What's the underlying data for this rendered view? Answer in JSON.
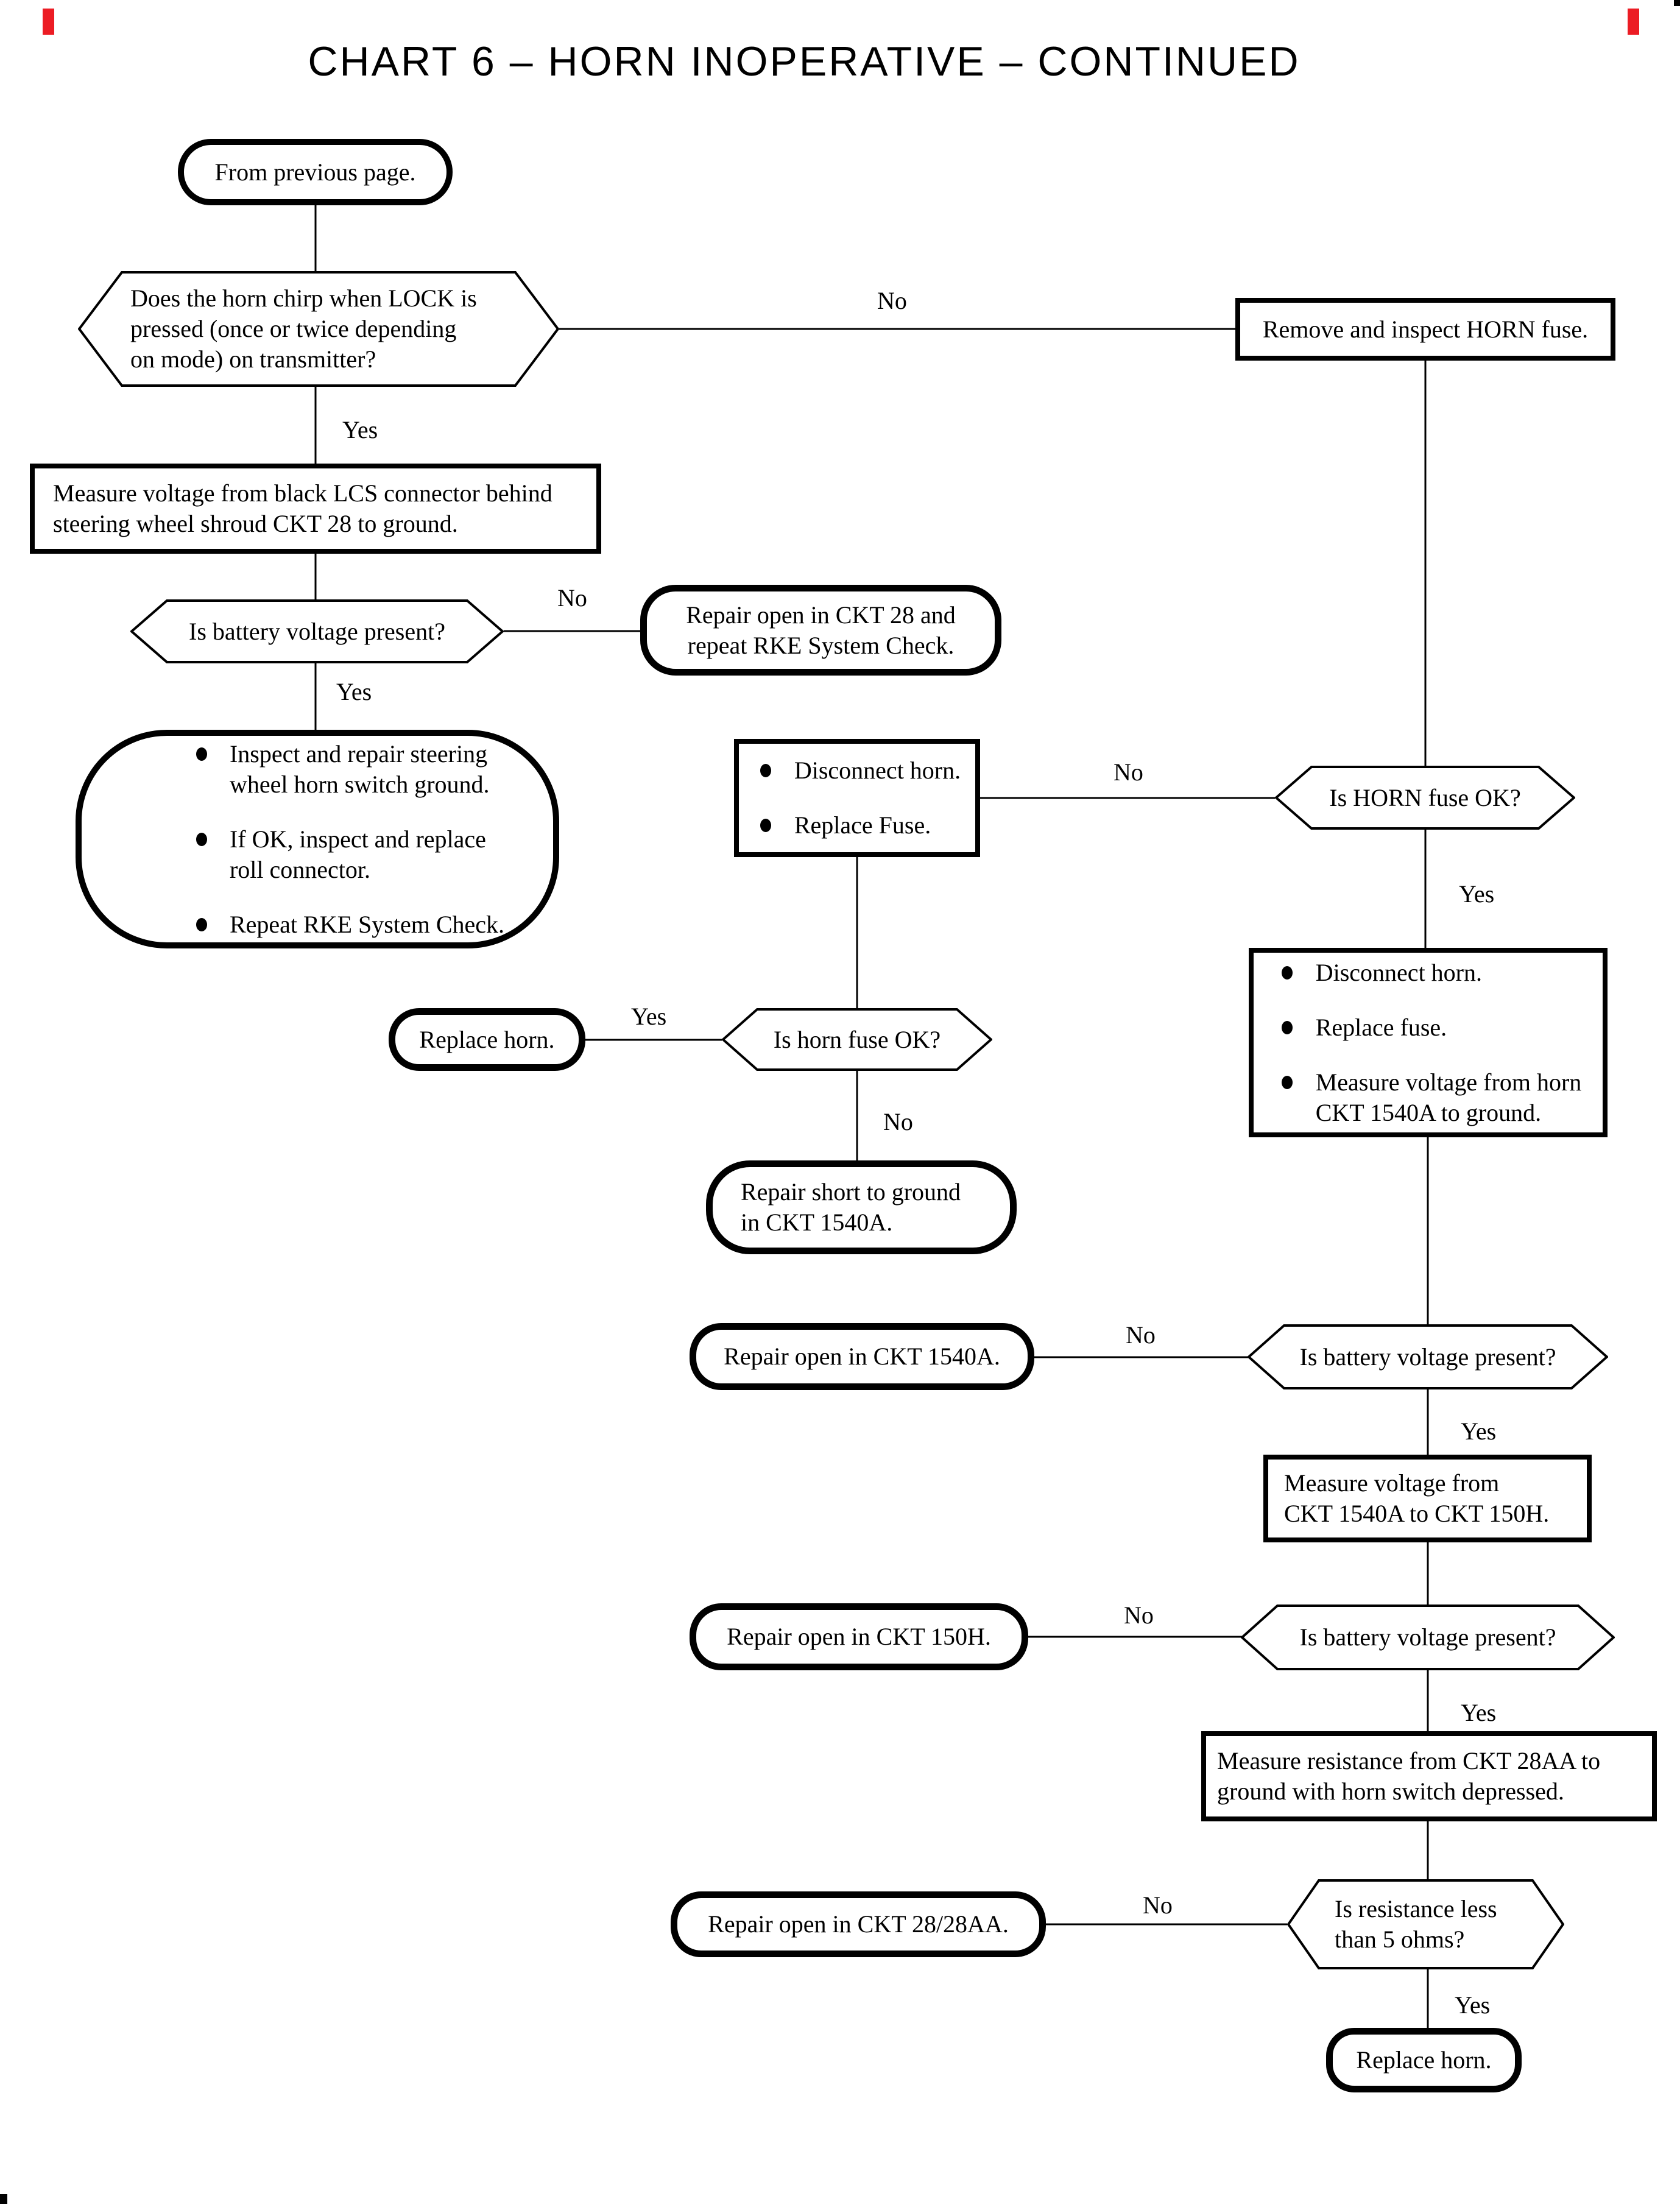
{
  "title": "CHART 6 – HORN INOPERATIVE – CONTINUED",
  "labels": {
    "yes": "Yes",
    "no": "No"
  },
  "accent_colors": {
    "line": "#000000",
    "registration_mark": "#ec1c24",
    "background": "#ffffff"
  },
  "nodes": {
    "start": {
      "text": "From previous page."
    },
    "q_chirp": {
      "text": "Does the horn chirp when LOCK is\npressed (once or twice depending\non mode) on transmitter?"
    },
    "box_remove_fuse": {
      "text": "Remove and inspect HORN fuse."
    },
    "box_measure_lcs": {
      "text": "Measure voltage from black LCS connector behind\nsteering wheel shroud CKT 28 to ground."
    },
    "q_battery_1": {
      "text": "Is battery voltage present?"
    },
    "term_repair_ckt28": {
      "text": "Repair open in CKT 28 and\nrepeat RKE System Check."
    },
    "oval_actions": {
      "bullets": [
        "Inspect and repair steering\nwheel horn switch ground.",
        "If OK, inspect and replace\nroll connector.",
        "Repeat RKE System Check."
      ]
    },
    "box_disconnect_1": {
      "bullets": [
        "Disconnect horn.",
        "Replace Fuse."
      ]
    },
    "q_horn_fuse": {
      "text": "Is HORN fuse OK?"
    },
    "box_disconnect_2": {
      "bullets": [
        "Disconnect horn.",
        "Replace fuse.",
        "Measure voltage from horn\nCKT 1540A to ground."
      ]
    },
    "term_replace_horn_1": {
      "text": "Replace horn."
    },
    "q_horn_fuse_2": {
      "text": "Is horn fuse OK?"
    },
    "term_repair_short_1540a": {
      "text": "Repair short to ground\nin CKT 1540A."
    },
    "term_repair_open_1540a": {
      "text": "Repair open in CKT 1540A."
    },
    "q_battery_2": {
      "text": "Is battery voltage present?"
    },
    "box_measure_1540a_150h": {
      "text": "Measure voltage from\nCKT 1540A to CKT 150H."
    },
    "term_repair_open_150h": {
      "text": "Repair open in CKT 150H."
    },
    "q_battery_3": {
      "text": "Is battery voltage present?"
    },
    "box_measure_resistance": {
      "text": "Measure resistance from CKT 28AA to\nground with horn switch depressed."
    },
    "q_resistance": {
      "text": "Is resistance less\nthan 5 ohms?"
    },
    "term_repair_open_28aa": {
      "text": "Repair open in CKT 28/28AA."
    },
    "term_replace_horn_2": {
      "text": "Replace horn."
    }
  }
}
